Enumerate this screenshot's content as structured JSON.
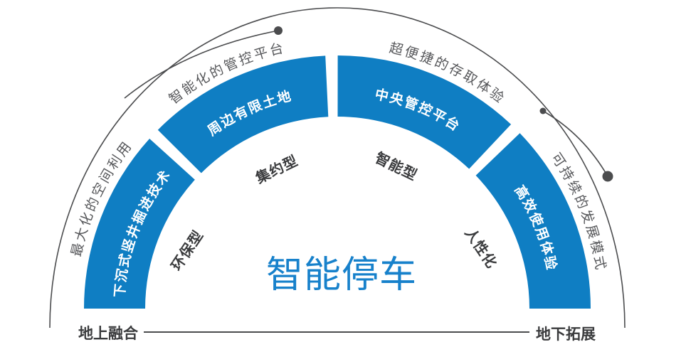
{
  "center_title": "智能停车",
  "arch": {
    "segments": [
      {
        "label": "下沉式竖井掘进技术"
      },
      {
        "label": "周边有限土地"
      },
      {
        "label": "中央管控平台"
      },
      {
        "label": "高效使用体验"
      }
    ],
    "outer_labels": [
      {
        "label": "最大化的空间利用"
      },
      {
        "label": "智能化的管控平台"
      },
      {
        "label": "超便捷的存取体验"
      },
      {
        "label": "可持续的发展模式"
      }
    ],
    "inner_labels": [
      {
        "label": "环保型"
      },
      {
        "label": "集约型"
      },
      {
        "label": "智能型"
      },
      {
        "label": "人性化"
      }
    ]
  },
  "footer": {
    "left_label": "地上融合",
    "right_label": "地下拓展"
  },
  "colors": {
    "segment_blue": "#0f7ec3",
    "title_blue": "#1781cb",
    "line_gray": "#4b4c4e",
    "outer_text_gray": "#57585b",
    "dark_text": "#3a3b3d"
  }
}
